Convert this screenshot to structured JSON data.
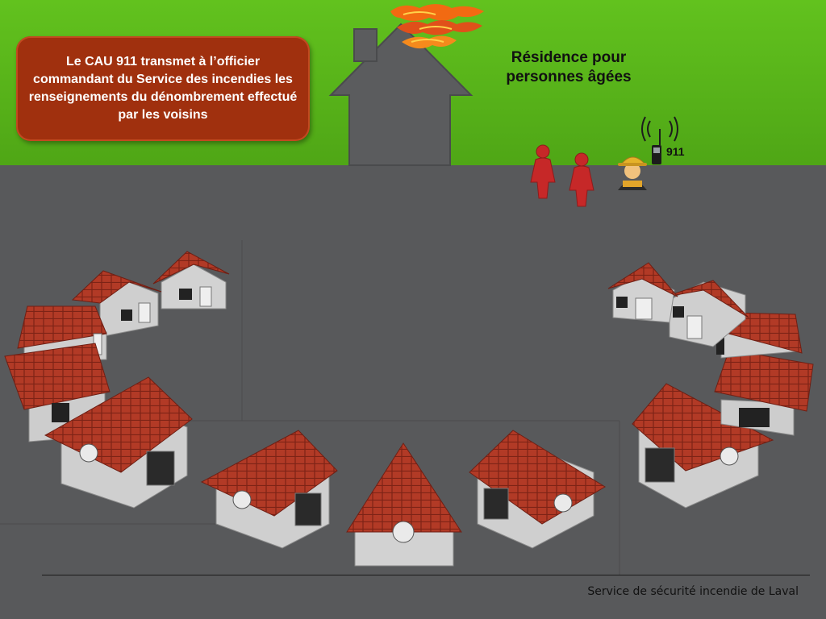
{
  "callout": {
    "text": "Le CAU 911 transmet à l’officier commandant du Service des incendies les renseignements du dénombrement effectué par les voisins"
  },
  "residence": {
    "label": "Résidence pour personnes âgées"
  },
  "phone": {
    "label": "911"
  },
  "footer": {
    "text": "Service de sécurité incendie de Laval"
  },
  "colors": {
    "grass": "#5ab81c",
    "road": "#58595b",
    "callout_bg": "#a0300e",
    "roof": "#b83a26",
    "house_wall": "#cfcfcf",
    "person": "#c62828",
    "fire": "#f06a10"
  },
  "icons": [
    "fire-icon",
    "person-icon",
    "firefighter-icon",
    "phone-icon",
    "house-icon"
  ]
}
